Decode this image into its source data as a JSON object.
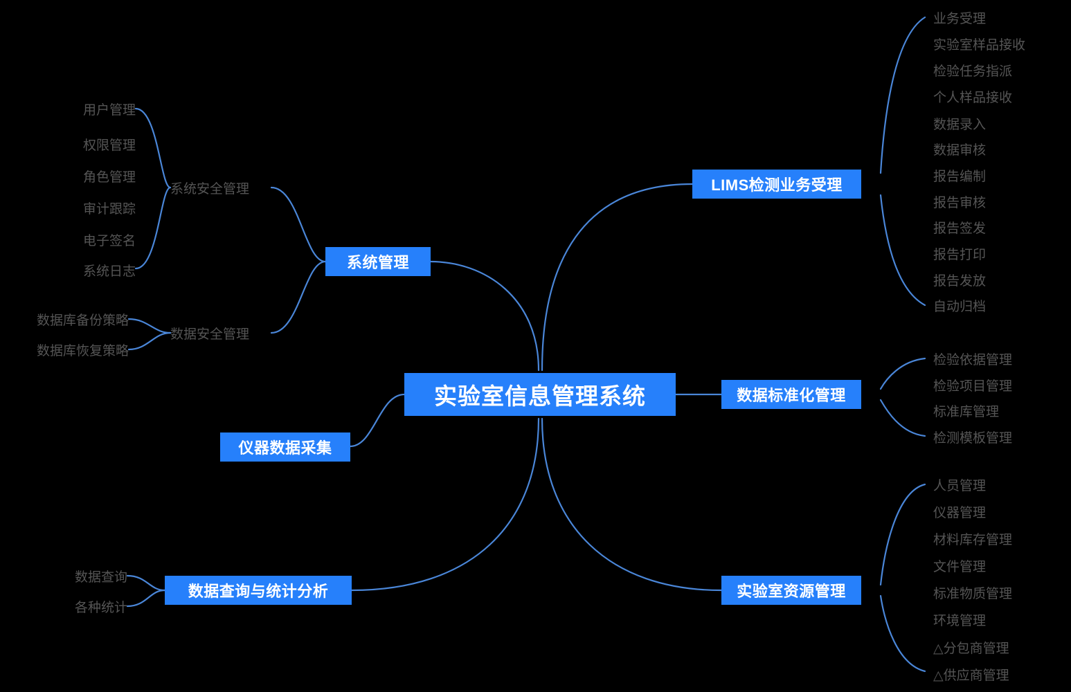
{
  "theme": {
    "background": "#000000",
    "node_fill": "#2680fb",
    "node_text": "#ffffff",
    "leaf_text": "#555555",
    "connector": "#4a86d8"
  },
  "diagram": {
    "type": "mindmap",
    "root": {
      "label": "实验室信息管理系统"
    },
    "branches": [
      {
        "id": "system-management",
        "label": "系统管理",
        "side": "left",
        "children": [
          {
            "id": "system-security-management",
            "label": "系统安全管理",
            "children": [
              {
                "label": "用户管理"
              },
              {
                "label": "权限管理"
              },
              {
                "label": "角色管理"
              },
              {
                "label": "审计跟踪"
              },
              {
                "label": "电子签名"
              },
              {
                "label": "系统日志"
              }
            ]
          },
          {
            "id": "data-security-management",
            "label": "数据安全管理",
            "children": [
              {
                "label": "数据库备份策略"
              },
              {
                "label": "数据库恢复策略"
              }
            ]
          }
        ]
      },
      {
        "id": "instrument-data-collection",
        "label": "仪器数据采集",
        "side": "left",
        "children": []
      },
      {
        "id": "data-query-statistics",
        "label": "数据查询与统计分析",
        "side": "left",
        "children": [
          {
            "label": "数据查询"
          },
          {
            "label": "各种统计"
          }
        ]
      },
      {
        "id": "lims-business-acceptance",
        "label": "LIMS检测业务受理",
        "side": "right",
        "children": [
          {
            "label": "业务受理"
          },
          {
            "label": "实验室样品接收"
          },
          {
            "label": "检验任务指派"
          },
          {
            "label": "个人样品接收"
          },
          {
            "label": "数据录入"
          },
          {
            "label": "数据审核"
          },
          {
            "label": "报告编制"
          },
          {
            "label": "报告审核"
          },
          {
            "label": "报告签发"
          },
          {
            "label": "报告打印"
          },
          {
            "label": "报告发放"
          },
          {
            "label": "自动归档"
          }
        ]
      },
      {
        "id": "data-standardization-management",
        "label": "数据标准化管理",
        "side": "right",
        "children": [
          {
            "label": "检验依据管理"
          },
          {
            "label": "检验项目管理"
          },
          {
            "label": "标准库管理"
          },
          {
            "label": "检测模板管理"
          }
        ]
      },
      {
        "id": "lab-resource-management",
        "label": "实验室资源管理",
        "side": "right",
        "children": [
          {
            "label": "人员管理"
          },
          {
            "label": "仪器管理"
          },
          {
            "label": "材料库存管理"
          },
          {
            "label": "文件管理"
          },
          {
            "label": "标准物质管理"
          },
          {
            "label": "环境管理"
          },
          {
            "label": "△分包商管理"
          },
          {
            "label": "△供应商管理"
          }
        ]
      }
    ]
  }
}
